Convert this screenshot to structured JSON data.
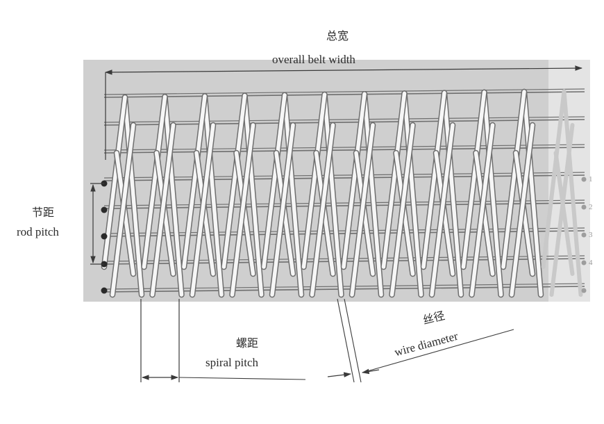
{
  "labels": {
    "overall_width_zh": "总宽",
    "overall_width_en": "overall belt width",
    "rod_pitch_zh": "节距",
    "rod_pitch_en": "rod pitch",
    "spiral_pitch_zh": "螺距",
    "spiral_pitch_en": "spiral pitch",
    "wire_diameter_zh": "丝径",
    "wire_diameter_en": "wire diameter"
  },
  "rod_numbers": [
    "1",
    "2",
    "3",
    "4"
  ],
  "colors": {
    "mesh_background": "#cfcfcf",
    "wire": "#f6f6f6",
    "wire_edge": "#6e6e6e",
    "rod_end": "#2a2a2a",
    "dimension_line": "#3a3a3a"
  }
}
